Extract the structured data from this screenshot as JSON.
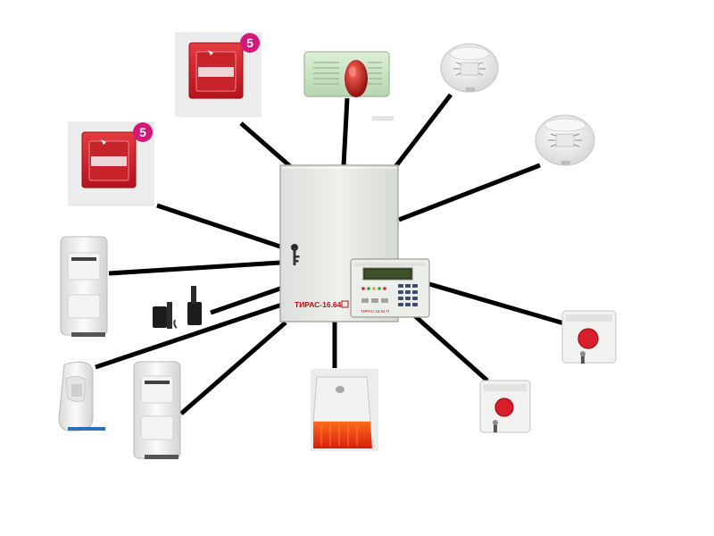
{
  "panel": {
    "model_label": "ТИРАС-16.64",
    "keypad_label": "ТИРАС-16.64 П"
  },
  "badges": {
    "manual_call_point": "5"
  },
  "colors": {
    "wire": "#000000",
    "panel_body": "#e8eae6",
    "alarm_red": "#d81e2a",
    "lcd_green": "#2c3a1e",
    "white_device": "#f4f4f2"
  },
  "devices": [
    {
      "id": "manual-call-point-1",
      "type": "manual call point",
      "icon": "fire-alarm-button-icon"
    },
    {
      "id": "manual-call-point-2",
      "type": "manual call point",
      "icon": "fire-alarm-button-icon"
    },
    {
      "id": "strobe-siren-green",
      "type": "siren",
      "icon": "siren-icon"
    },
    {
      "id": "smoke-detector-1",
      "type": "smoke detector",
      "icon": "smoke-detector-icon"
    },
    {
      "id": "smoke-detector-2",
      "type": "smoke detector",
      "icon": "smoke-detector-icon"
    },
    {
      "id": "motion-sensor-1",
      "type": "motion sensor",
      "icon": "pir-sensor-icon"
    },
    {
      "id": "magnetic-contact",
      "type": "door contact",
      "icon": "magnetic-contact-icon"
    },
    {
      "id": "motion-sensor-2",
      "type": "motion sensor",
      "icon": "pir-sensor-icon"
    },
    {
      "id": "motion-sensor-3",
      "type": "motion sensor",
      "icon": "pir-sensor-icon"
    },
    {
      "id": "strobe-siren-white",
      "type": "siren",
      "icon": "siren-icon"
    },
    {
      "id": "panic-button-1",
      "type": "panic button",
      "icon": "panic-button-icon"
    },
    {
      "id": "panic-button-2",
      "type": "panic button",
      "icon": "panic-button-icon"
    }
  ]
}
